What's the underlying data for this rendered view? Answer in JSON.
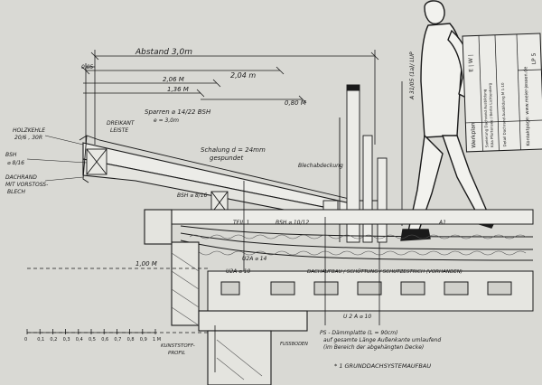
{
  "dimensions": {
    "abstand": "Abstand 3,0m",
    "d_005": "0,05",
    "d_204": "2,04 m",
    "d_206": "2,06 M",
    "d_136": "1,36 M",
    "d_080": "0,80 M",
    "d_100": "1,00 M"
  },
  "labels": {
    "sparren": "Sparren ⌀ 14/22 BSH",
    "sparren_spacing": "e = 3,0m",
    "dreikant_1": "DREIKANT",
    "dreikant_2": "LEISTE",
    "holzkehle_1": "HOLZKEHLE",
    "holzkehle_2": "20/6 , 30R",
    "bsh_816_a": "BSH",
    "bsh_816_b": "⌀ 8/16",
    "dachrand_1": "DACHRAND",
    "dachrand_2": "MIT VORSTOSS-",
    "dachrand_3": "BLECH",
    "schalung_1": "Schalung d = 24mm",
    "schalung_2": "gespundet",
    "blech": "Blechabdeckung",
    "bsh_816_c": "BSH ⌀ 8/16",
    "teil1": "TEIL 1",
    "bsh_1012": "BSH ⌀ 10/12",
    "u2a_14": "U2A ⌀ 14",
    "u2a_10": "U2A ⌀ 10",
    "dachaufbau": "DACHAUFBAU / SCHÜTTUNG / SCHUTZESTRICH (VORHANDEN)",
    "note_a1": "A1",
    "u2a_lower": "U 2 A ⌀ 10",
    "ps_1": "PS - Dämmplatte (L = 90cm)",
    "ps_2": "auf gesamte Länge Außenkante umlaufend",
    "ps_3": "(im Bereich der abgehängten Decke)",
    "kunststoff_1": "KUNSTSTOFF-",
    "kunststoff_2": "PROFIL",
    "fussboden": "FUSSBODEN",
    "footnote": "* 1   GRUNDDACHSYSTEMAUFBAU",
    "sheet_ref": "A 31/05 (1a)/ LUP"
  },
  "scale_bar": {
    "ticks": [
      "0",
      "0,1",
      "0,2",
      "0,3",
      "0,4",
      "0,5",
      "0,6",
      "0,7",
      "0,8",
      "0,9",
      "1 M"
    ]
  },
  "title_block": {
    "firm": "Werkplan",
    "left_col": "E | W |",
    "contact": "Kontaktpage: www.meier-jessen.de",
    "plan_no": "LP 5",
    "project_1": "Sanierung Dachrand Ausbildung",
    "project_2": "Kita Pfortensee / Berlin Lichtenberg",
    "project_3": "Detail Dachrand Ausbildung M 1:10"
  },
  "colors": {
    "paper": "#d9d9d4",
    "ink": "#1a1a1a",
    "hatch": "#555555"
  }
}
